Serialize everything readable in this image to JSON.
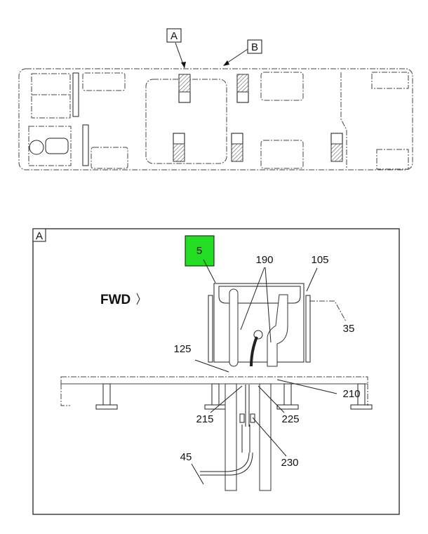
{
  "overview": {
    "view_callouts": [
      "A",
      "B"
    ]
  },
  "detail": {
    "view_label": "A",
    "direction_label": "FWD",
    "highlighted_callout": "5",
    "highlight_color": "#22dd22",
    "callouts": [
      "190",
      "105",
      "35",
      "125",
      "210",
      "215",
      "225",
      "230",
      "45"
    ]
  }
}
